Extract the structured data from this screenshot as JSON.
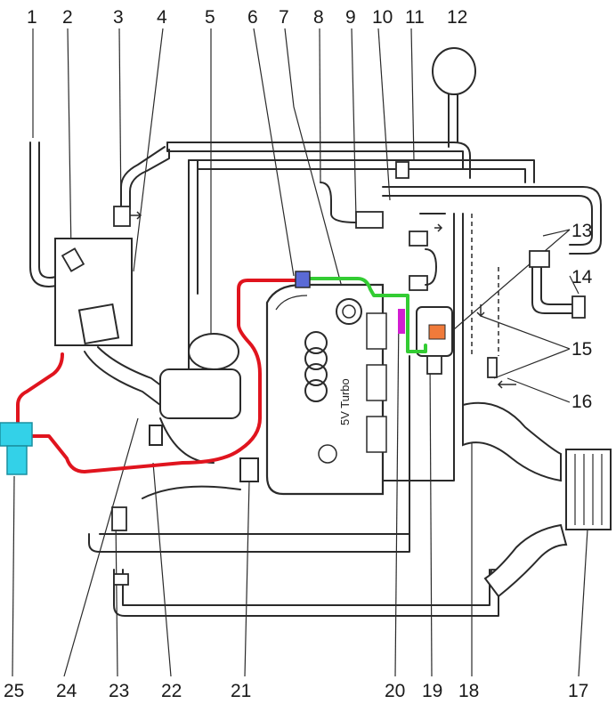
{
  "callouts_top": [
    "1",
    "2",
    "3",
    "4",
    "5",
    "6",
    "7",
    "8",
    "9",
    "10",
    "11",
    "12"
  ],
  "callouts_right": [
    "13",
    "14",
    "15",
    "16"
  ],
  "callouts_bottom": [
    "25",
    "24",
    "23",
    "22",
    "21",
    "20",
    "19",
    "18",
    "17"
  ],
  "engine_text": "5V Turbo",
  "colors": {
    "red_line": "#e0141e",
    "green_line": "#33cc33",
    "blue_part": "#5a6ad6",
    "magenta_part": "#d21ed2",
    "orange_part": "#f07a3a",
    "cyan_part": "#33d1e8"
  }
}
